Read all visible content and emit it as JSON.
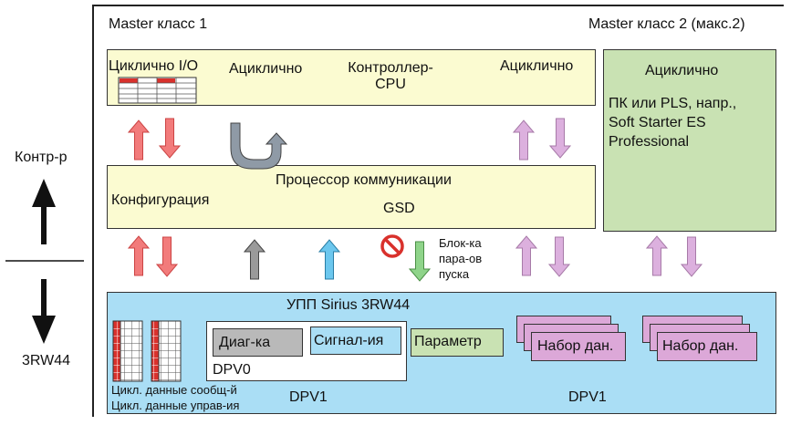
{
  "labels": {
    "master1": "Master класс 1",
    "master2": "Master класс 2 (макс.2)",
    "cyclic_io": "Циклично I/O",
    "acyclic_1": "Ациклично",
    "controller_line1": "Контроллер-",
    "controller_line2": "CPU",
    "acyclic_2": "Ациклично",
    "acyclic_3": "Ациклично",
    "pc_line1": "ПК или PLS, напр.,",
    "pc_line2": "Soft Starter ES",
    "pc_line3": "Professional",
    "comm_processor": "Процессор коммуникации",
    "configuration": "Конфигурация",
    "gsd": "GSD",
    "control_side": "Контр-р",
    "device_side": "3RW44",
    "block_line1": "Блок-ка",
    "block_line2": "пара-ов",
    "block_line3": "пуска",
    "device_title": "УПП Sirius 3RW44",
    "diagnostics": "Диаг-ка",
    "signaling": "Сигнал-ия",
    "dpv0": "DPV0",
    "parameter": "Параметр",
    "dataset_1": "Набор дан.",
    "dataset_2": "Набор дан.",
    "cyclic_msg": "Цикл. данные сообщ-й",
    "cyclic_ctrl": "Цикл. данные управ-ия",
    "dpv1_left": "DPV1",
    "dpv1_right": "DPV1"
  },
  "colors": {
    "yellow_fill": "#fbfbd1",
    "green_fill": "#c9e2b3",
    "blue_fill": "#aadef5",
    "red_arrow": "#f27b7b",
    "pink_arrow": "#dcb0de",
    "gray_arrow": "#9a9a9a",
    "light_blue_arrow": "#6cc7ee",
    "green_arrow": "#8fd48a",
    "dataset_fill": "#dca8d8",
    "grid_red": "#d9312c"
  }
}
